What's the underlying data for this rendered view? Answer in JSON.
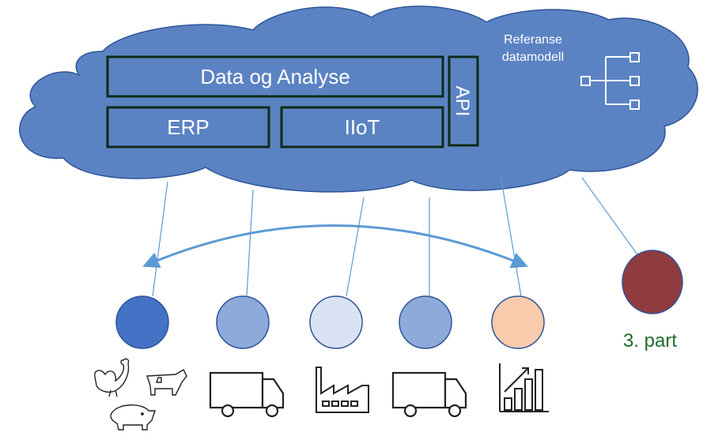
{
  "cloud": {
    "modules": {
      "data_analysis": "Data og Analyse",
      "erp": "ERP",
      "iiot": "IIoT",
      "api": "API"
    },
    "reference_model": {
      "line1": "Referanse",
      "line2": "datamodell"
    }
  },
  "third_party": {
    "label": "3. part"
  },
  "nodes": [
    {
      "name": "farm",
      "color": "#4472c4",
      "icon": "farm-animals-icon"
    },
    {
      "name": "transport",
      "color": "#8eaadb",
      "icon": "truck-icon"
    },
    {
      "name": "factory",
      "color": "#dae3f3",
      "icon": "factory-icon"
    },
    {
      "name": "distribution",
      "color": "#8eaadb",
      "icon": "truck-icon"
    },
    {
      "name": "market",
      "color": "#f8cbad",
      "icon": "bar-chart-icon"
    }
  ],
  "colors": {
    "cloud_fill": "#5b83c3",
    "module_border": "#0d2b16",
    "third_party_fill": "#8f3b40",
    "third_party_text": "#1e6b2d",
    "arrow": "#5b9bd5",
    "connector": "#5b9bd5"
  }
}
